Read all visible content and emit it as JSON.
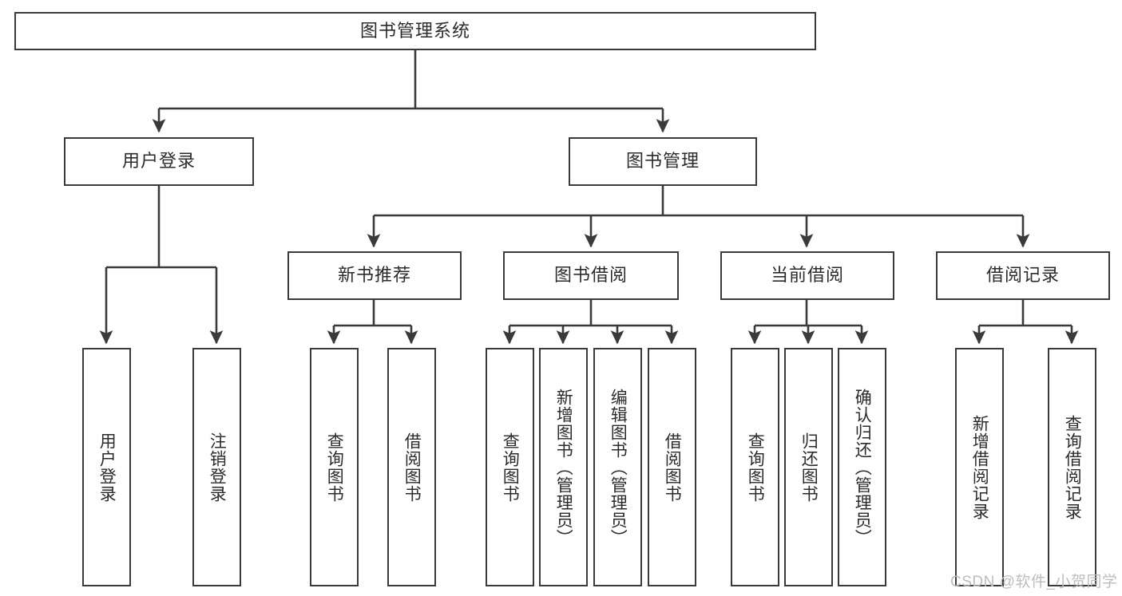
{
  "diagram": {
    "title": "图书管理系统",
    "type": "tree-hierarchy-diagram",
    "colors": {
      "box_border": "#3a3a3a",
      "box_fill": "#ffffff",
      "connector": "#3a3a3a",
      "text": "#2b2b2b",
      "background": "#ffffff",
      "watermark": "#bdbdbd"
    },
    "root": {
      "label": "图书管理系统"
    },
    "level1": [
      {
        "label": "用户登录"
      },
      {
        "label": "图书管理"
      }
    ],
    "level2": [
      {
        "label": "新书推荐"
      },
      {
        "label": "图书借阅"
      },
      {
        "label": "当前借阅"
      },
      {
        "label": "借阅记录"
      }
    ],
    "leaves": {
      "user_login": [
        {
          "label": "用户登录"
        },
        {
          "label": "注销登录"
        }
      ],
      "new_book_recommend": [
        {
          "label": "查询图书"
        },
        {
          "label": "借阅图书"
        }
      ],
      "book_borrow": [
        {
          "label": "查询图书"
        },
        {
          "label": "新增图书（管理员）"
        },
        {
          "label": "编辑图书（管理员）"
        },
        {
          "label": "借阅图书"
        }
      ],
      "current_borrow": [
        {
          "label": "查询图书"
        },
        {
          "label": "归还图书"
        },
        {
          "label": "确认归还（管理员）"
        }
      ],
      "borrow_record": [
        {
          "label": "新增借阅记录"
        },
        {
          "label": "查询借阅记录"
        }
      ]
    }
  },
  "watermark": {
    "text": "CSDN @软件_小贺同学"
  }
}
